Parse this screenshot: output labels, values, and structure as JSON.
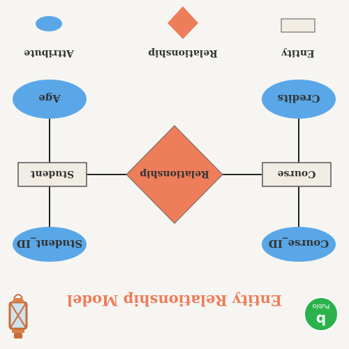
{
  "legend": {
    "attribute_label": "Attribute",
    "relationship_label": "Relationship",
    "entity_label": "Entity"
  },
  "attributes": {
    "age": "Age",
    "student_id": "Student_ID",
    "credits": "Credits",
    "course_id": "Course_ID"
  },
  "entities": {
    "student": "Student",
    "course": "Course"
  },
  "relationship": {
    "label": "Relationship"
  },
  "title": "Entity Relationship Model",
  "badge": {
    "letter": "b",
    "text": "Publo"
  },
  "colors": {
    "attribute": "#5aa7e8",
    "relationship": "#ee7d5a",
    "entity": "#f1ede4",
    "title": "#ee7d5a",
    "badge": "#2bb24c",
    "line": "#222222"
  },
  "icons": {
    "lantern": "lantern-icon"
  }
}
